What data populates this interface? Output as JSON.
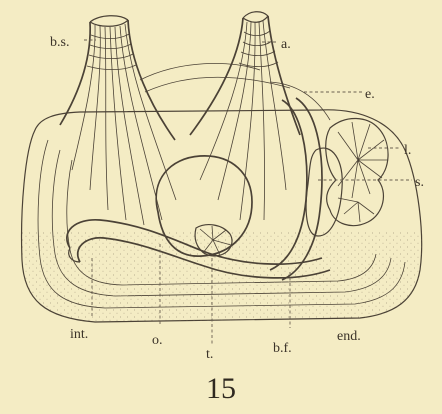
{
  "figure": {
    "number": "15",
    "background": "#f4ecc4",
    "ink": "#4b4236",
    "labels": {
      "bs": "b.s.",
      "a": "a.",
      "e": "e.",
      "l": "l.",
      "s": "s.",
      "int": "int.",
      "o": "o.",
      "t": "t.",
      "bf": "b.f.",
      "end": "end."
    }
  }
}
